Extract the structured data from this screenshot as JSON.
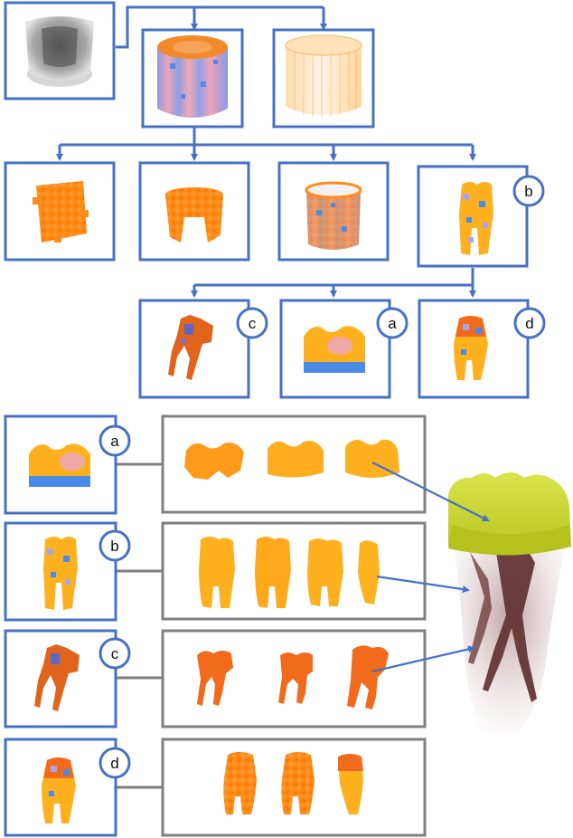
{
  "colors": {
    "frame_blue": "#4472C4",
    "frame_gray": "#7F7F7F",
    "arrow_blue": "#4472C4",
    "orange": "#FF8C1A",
    "tooth_orange": "#FFB01F",
    "root_orange": "#F26A1B",
    "lavender": "#A8A6E8",
    "blue_patch": "#4A8BE8",
    "crown_yellow": "#C9D62E",
    "root_brown": "#5E2E2E"
  },
  "badges": {
    "a": "a",
    "b": "b",
    "c": "c",
    "d": "d"
  },
  "icons": [
    "volume-render-icon",
    "segmented-cylinder-icon",
    "transparent-cylinder-icon",
    "scattered-voxels-icon",
    "ring-voxels-icon",
    "cylinder-shell-icon",
    "tooth-icon",
    "root-canal-icon",
    "crown-icon",
    "final-tooth-render-icon"
  ]
}
